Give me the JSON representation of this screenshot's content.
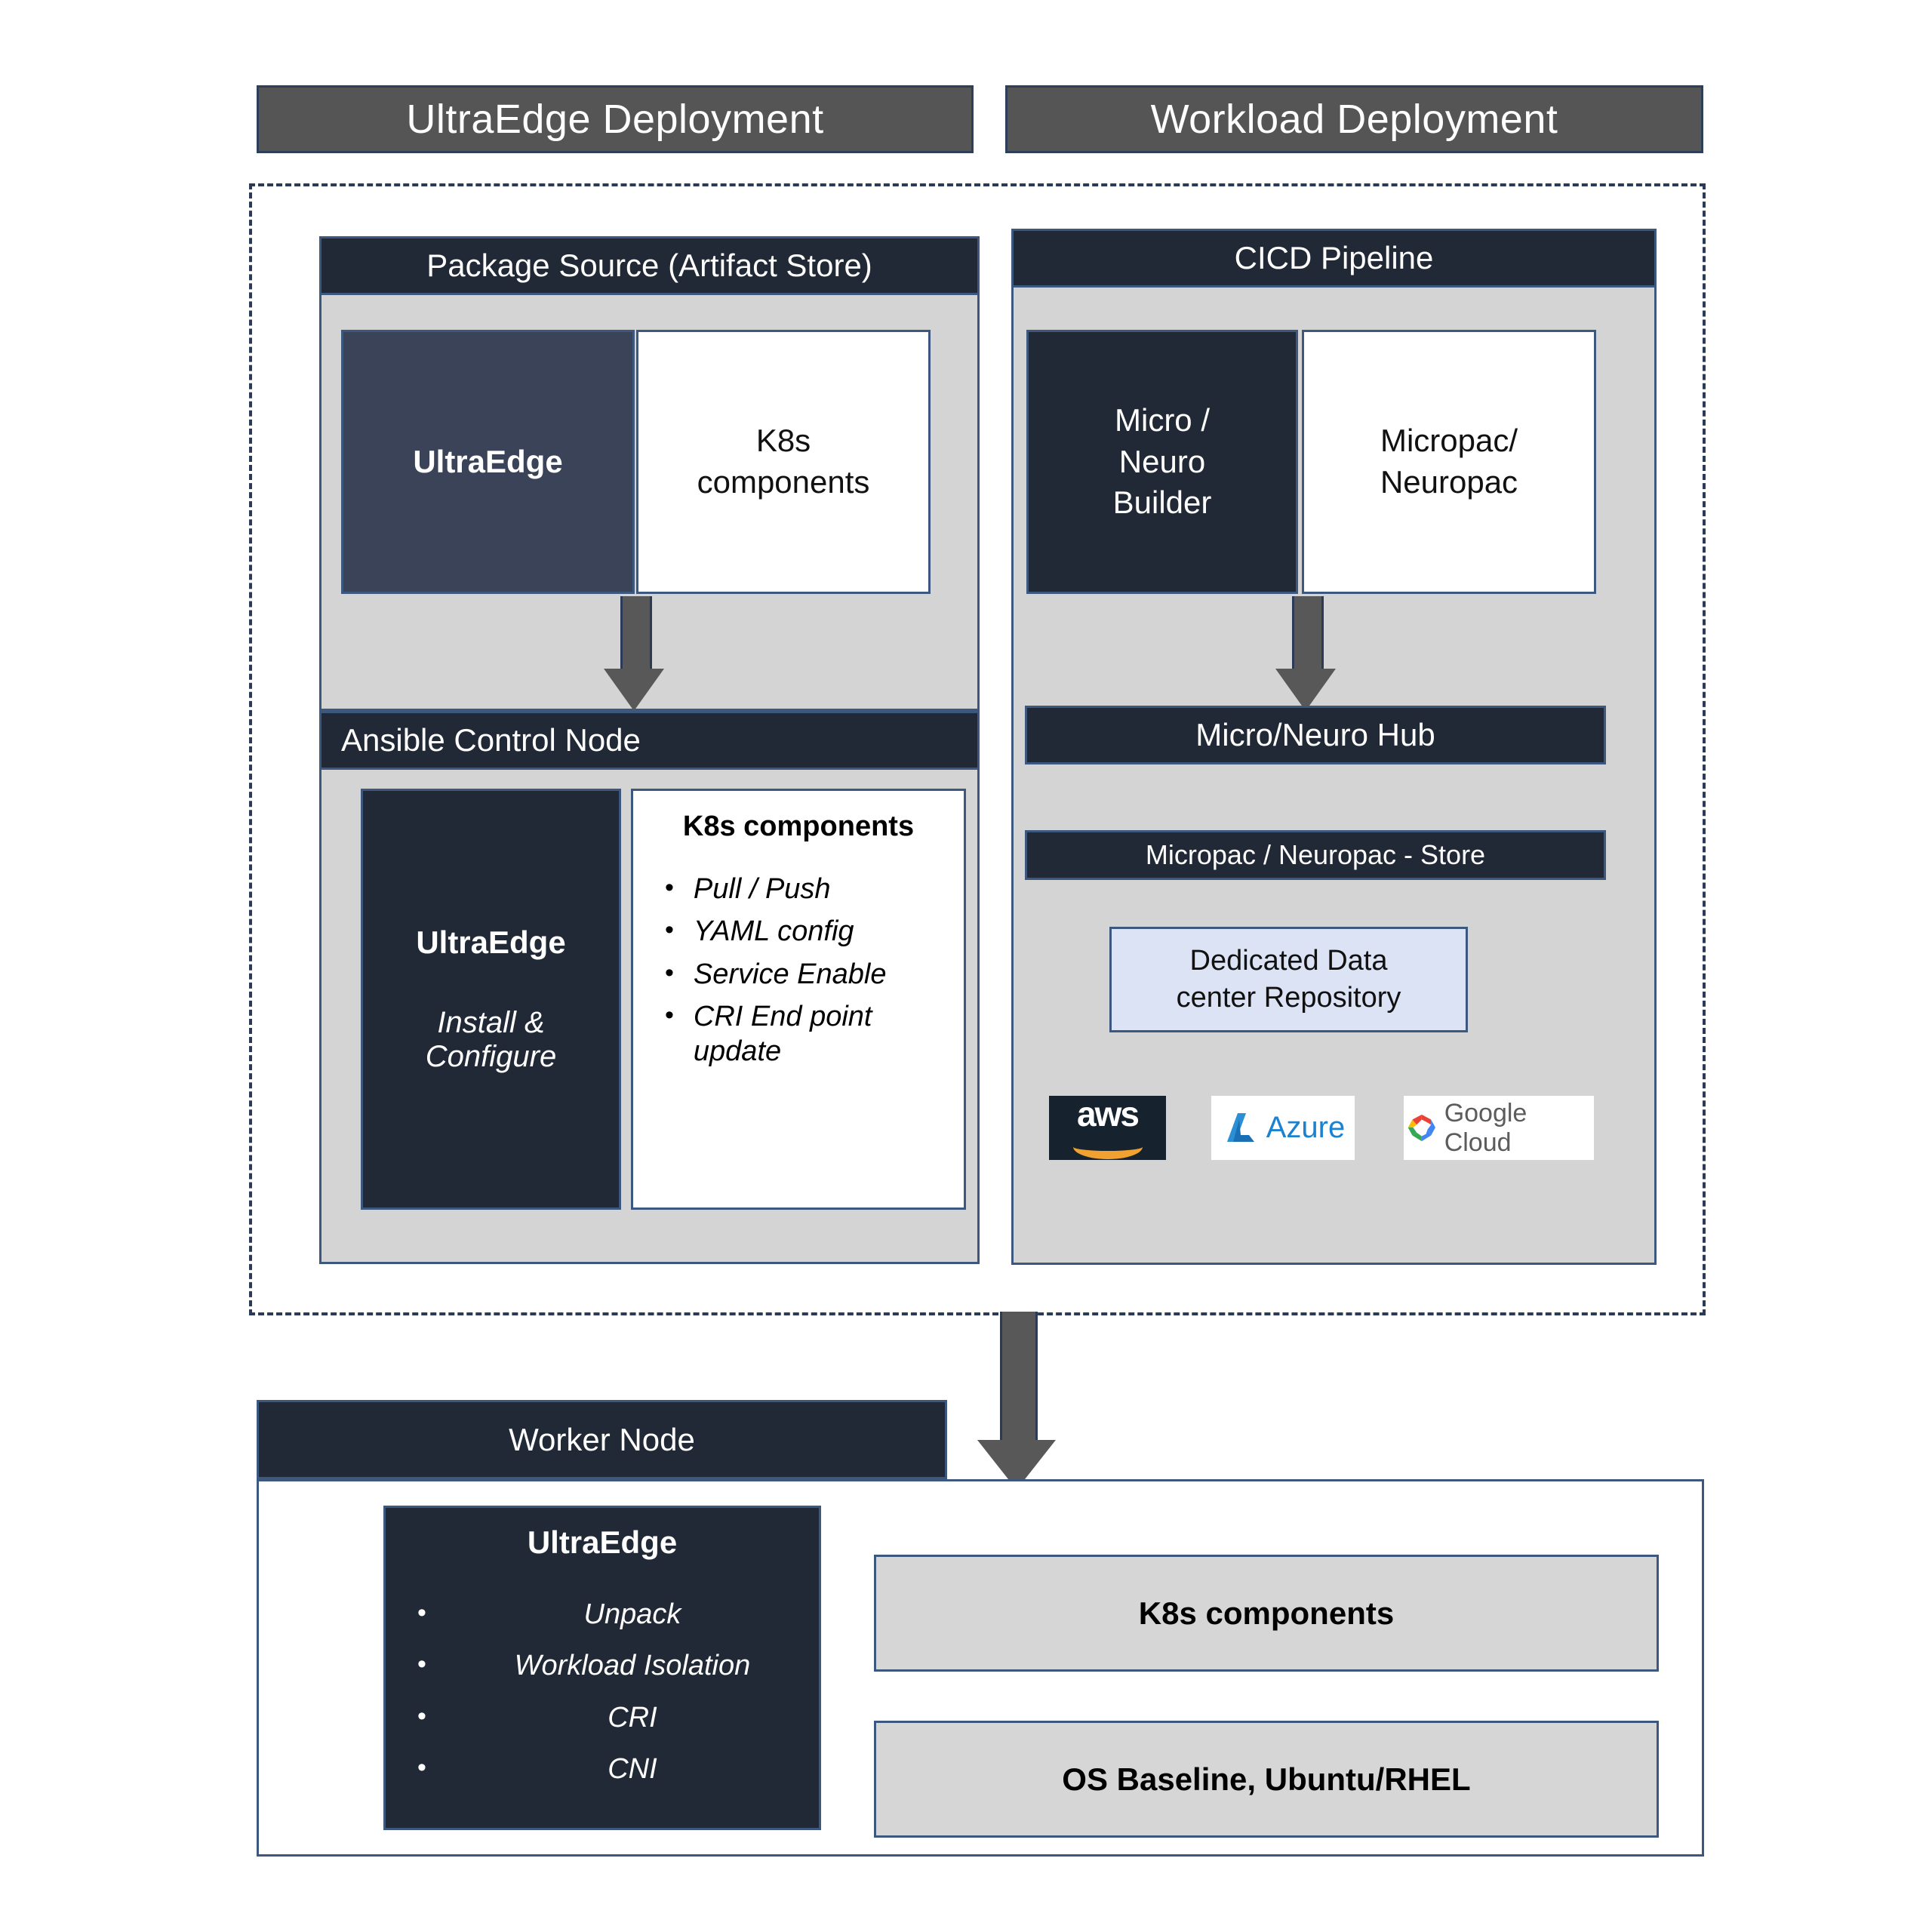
{
  "titles": {
    "left": "UltraEdge Deployment",
    "right": "Workload Deployment"
  },
  "left_column": {
    "package_source": {
      "header": "Package Source (Artifact Store)",
      "ultraedge_label": "UltraEdge",
      "k8s_label_line1": "K8s",
      "k8s_label_line2": "components"
    },
    "arrow_label": "down-arrow",
    "ansible_control_node": {
      "header": "Ansible Control Node",
      "ultraedge_title": "UltraEdge",
      "ultraedge_sub_line1": "Install &",
      "ultraedge_sub_line2": "Configure",
      "k8s_title": "K8s components",
      "k8s_items": [
        "Pull / Push",
        "YAML config",
        "Service Enable",
        "CRI End point update"
      ]
    }
  },
  "right_column": {
    "cicd_pipeline": {
      "header": "CICD Pipeline",
      "builder_line1": "Micro /",
      "builder_line2": "Neuro",
      "builder_line3": "Builder",
      "pac_line1": "Micropac/",
      "pac_line2": "Neuropac"
    },
    "hub_header": "Micro/Neuro Hub",
    "store_header": "Micropac / Neuropac - Store",
    "repository_line1": "Dedicated Data",
    "repository_line2": "center Repository",
    "clouds": [
      {
        "name": "aws",
        "text": "aws"
      },
      {
        "name": "azure",
        "text": "Azure"
      },
      {
        "name": "google-cloud",
        "text": "Google Cloud"
      }
    ]
  },
  "worker_node": {
    "header": "Worker Node",
    "ultraedge_title": "UltraEdge",
    "ultraedge_items": [
      "Unpack",
      "Workload Isolation",
      "CRI",
      "CNI"
    ],
    "k8s_components": "K8s components",
    "os_baseline": "OS Baseline, Ubuntu/RHEL"
  },
  "colors": {
    "title_bar": "#555555",
    "header_navy": "#212936",
    "slate": "#3a4358",
    "panel_gray": "#d4d4d4",
    "box_gray": "#d6d6d6",
    "lavender": "#dbe3f4",
    "border_blue": "#3d587f",
    "dashed_blue": "#2b3a57",
    "arrow_gray": "#585858",
    "aws_bg": "#16232e",
    "aws_orange": "#f0a132",
    "azure_blue": "#1b82d0"
  }
}
